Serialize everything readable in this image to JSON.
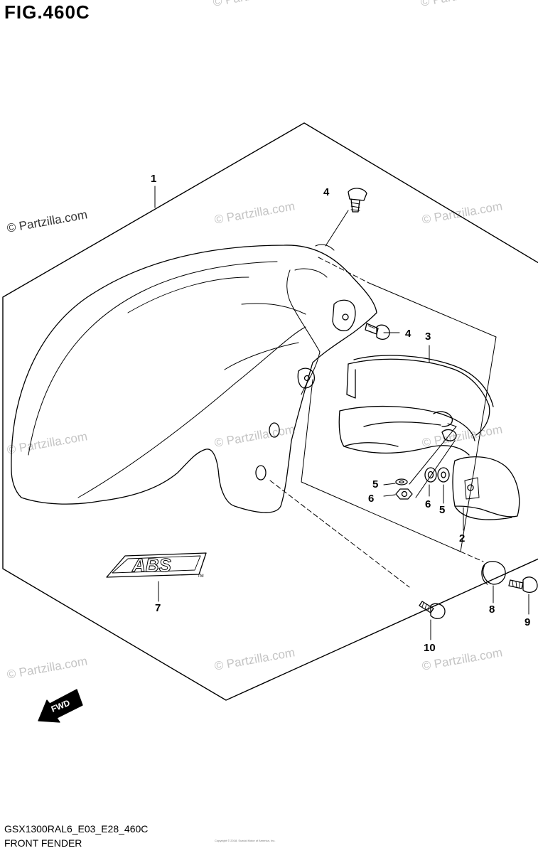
{
  "figure": {
    "title": "FIG.460C",
    "code": "GSX1300RAL6_E03_E28_460C",
    "name": "FRONT FENDER",
    "fine_print": "Copyright © 2018, Suzuki Motor of America, Inc."
  },
  "watermark": {
    "text": "© Partzilla.com"
  },
  "callouts": [
    {
      "id": "1",
      "label": "1"
    },
    {
      "id": "2",
      "label": "2"
    },
    {
      "id": "3",
      "label": "3"
    },
    {
      "id": "4a",
      "label": "4"
    },
    {
      "id": "4b",
      "label": "4"
    },
    {
      "id": "5a",
      "label": "5"
    },
    {
      "id": "5b",
      "label": "5"
    },
    {
      "id": "6a",
      "label": "6"
    },
    {
      "id": "6b",
      "label": "6"
    },
    {
      "id": "7",
      "label": "7"
    },
    {
      "id": "8",
      "label": "8"
    },
    {
      "id": "9",
      "label": "9"
    },
    {
      "id": "10",
      "label": "10"
    }
  ],
  "decal": {
    "text": "ABS",
    "trademark": "TM"
  },
  "direction_arrow": {
    "text": "FWD"
  },
  "colors": {
    "line": "#000000",
    "watermark": "#c4c4c4",
    "background": "#ffffff"
  }
}
